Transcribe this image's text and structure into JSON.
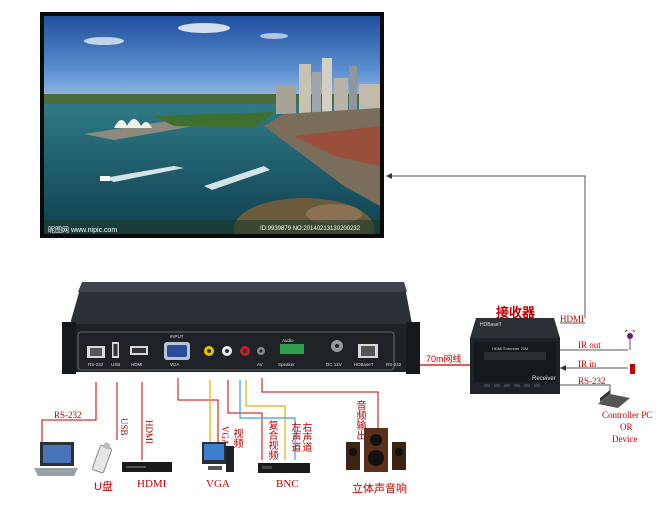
{
  "display": {
    "watermark_left": "昵图网 www.nipic.com",
    "watermark_right": "ID:9939879 NO:20140213130200232"
  },
  "main_device": {
    "input_label": "INPUT",
    "ports": [
      "RS-232",
      "USB",
      "HDMI",
      "VGA",
      "AV",
      "Audio",
      "Speaker",
      "DC 12V",
      "HDBaseT",
      "RS-232"
    ]
  },
  "receiver": {
    "title": "接收器",
    "brand": "HDBaseT",
    "plate": "HDMI Extender 70M",
    "label": "Receiver"
  },
  "connections": {
    "network": "70m网线",
    "hdmi_out": "HDMI",
    "ir_out": "IR out",
    "ir_in": "IR in",
    "rs232_right": "RS-232",
    "rs232_left": "RS-232",
    "usb_vertical": "USB",
    "hdmi_vertical": "HDMI",
    "vga_vertical": "VGA",
    "video_vertical": "视频",
    "composite_vertical": "复合视频",
    "left_audio_vertical": "左声道",
    "right_audio_vertical": "右声道",
    "audio_out_vertical": "音频输出"
  },
  "devices": {
    "u_disk": "U盘",
    "hdmi": "HDMI",
    "vga": "VGA",
    "bnc": "BNC",
    "speakers": "立体声音响",
    "controller": "Controller PC",
    "or": "OR",
    "device": "Device"
  }
}
